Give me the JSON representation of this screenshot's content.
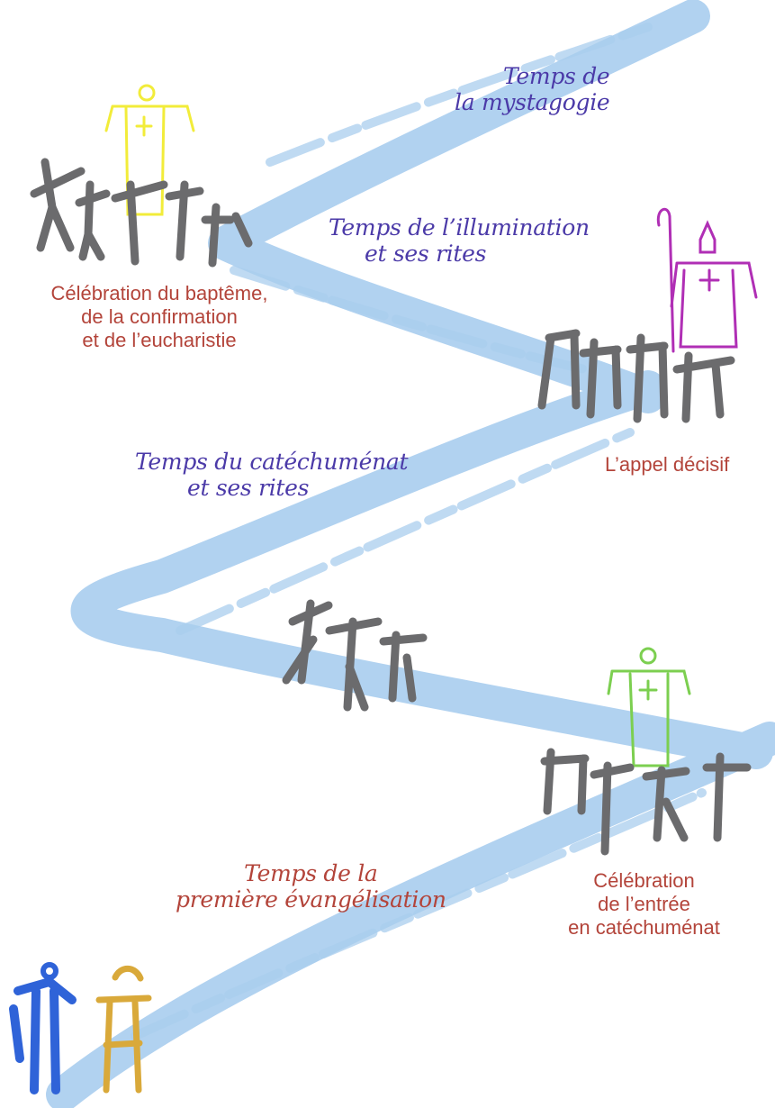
{
  "colors": {
    "path": "#a9cdee",
    "people": "#6b6b6d",
    "period_text": "#4b3aa8",
    "celebration_text": "#b3443a",
    "first_period_text": "#b3443a",
    "priest_baptism": "#f2ec3a",
    "bishop": "#b02fb5",
    "priest_entry": "#7ccf50",
    "seeker": "#2f63d8",
    "companion": "#d9a93a"
  },
  "periods": {
    "mystagogy": {
      "line1": "Temps de",
      "line2": "la mystagogie"
    },
    "illumination": {
      "line1": "Temps de l’illumination",
      "line2": "et ses rites"
    },
    "catechumenate": {
      "line1": "Temps du catéchuménat",
      "line2": "et ses rites"
    },
    "first_evangelization": {
      "line1": "Temps de la",
      "line2": "première évangélisation"
    }
  },
  "celebrations": {
    "baptism": {
      "line1": "Célébration du baptême,",
      "line2": "de la confirmation",
      "line3": "et de l’eucharistie"
    },
    "decisive_call": {
      "line1": "L’appel décisif"
    },
    "entry": {
      "line1": "Célébration",
      "line2": "de l’entrée",
      "line3": "en catéchuménat"
    }
  },
  "icons": {
    "baptism_priest": "yellow-priest-figure",
    "bishop": "bishop-with-crozier-figure",
    "entry_priest": "green-priest-figure",
    "seeker": "blue-seeker-figure",
    "companion": "ochre-companion-figure"
  }
}
